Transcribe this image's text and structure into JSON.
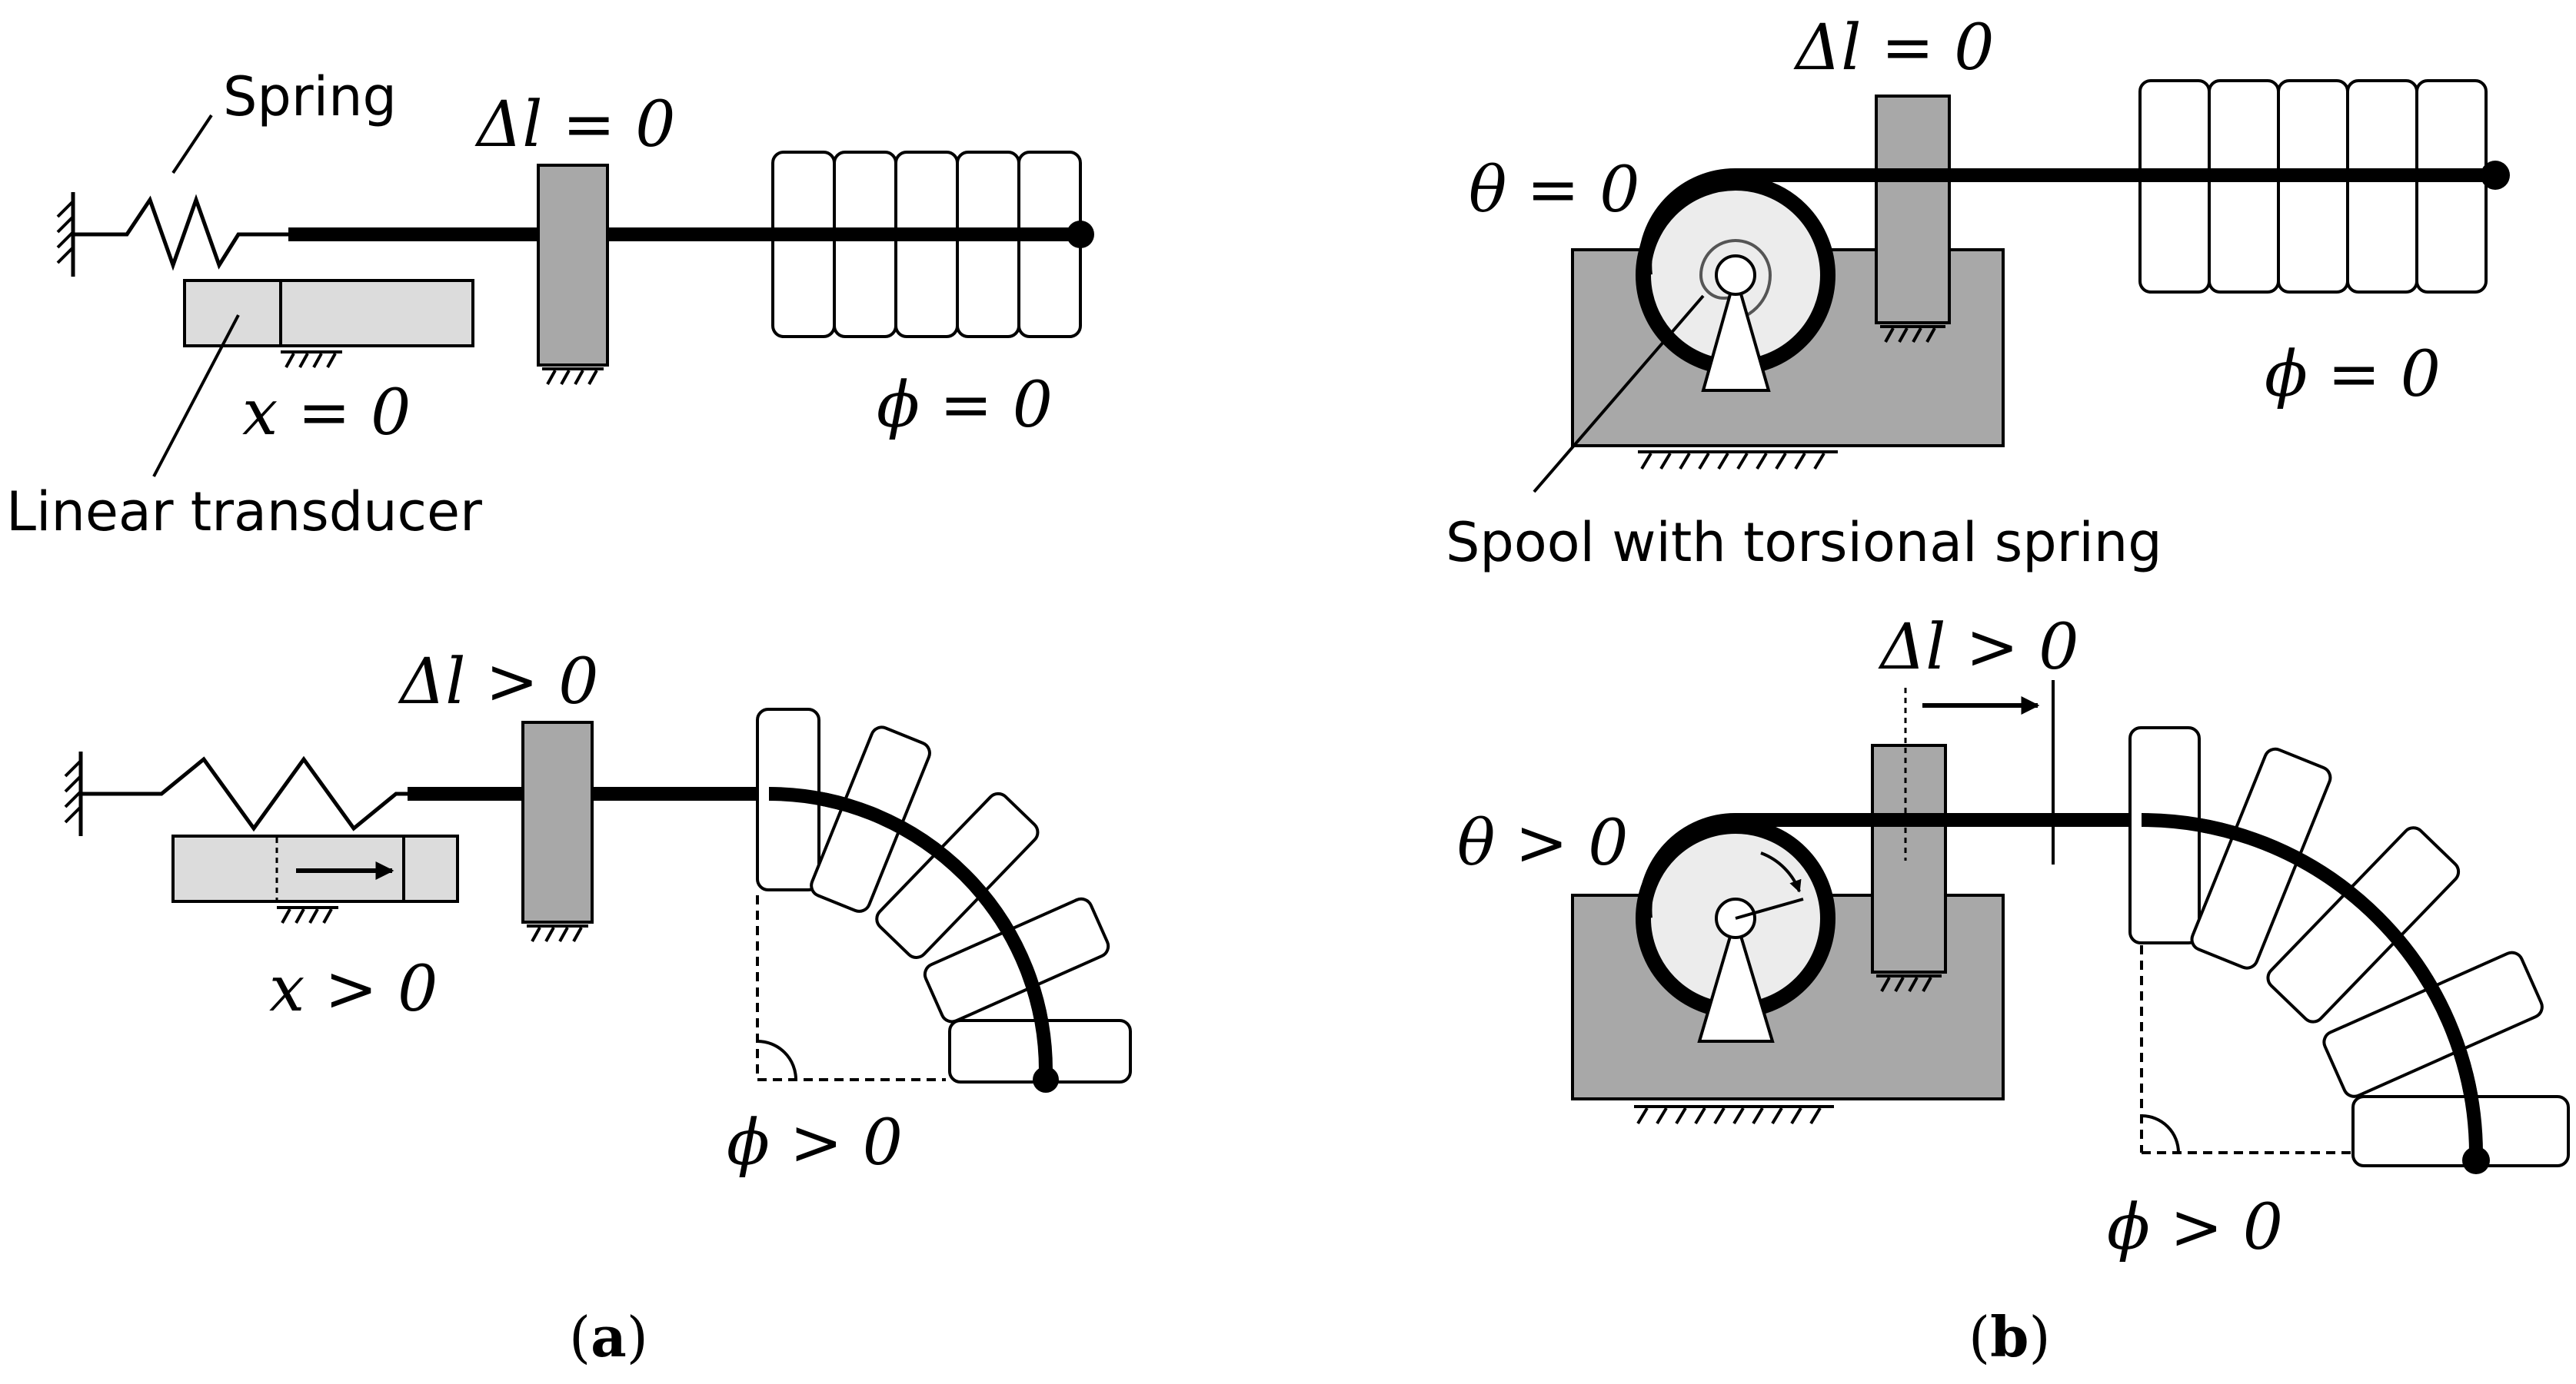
{
  "panel_a": {
    "labels": {
      "spring": "Spring",
      "linear_transducer": "Linear transducer",
      "dl_top": "Δl = 0",
      "x_top": "x = 0",
      "phi_top": "ϕ = 0",
      "dl_bottom": "Δl > 0",
      "x_bottom": "x > 0",
      "phi_bottom": "ϕ > 0"
    },
    "caption": {
      "open": "(",
      "letter": "a",
      "close": ")"
    }
  },
  "panel_b": {
    "labels": {
      "dl_top": "Δl = 0",
      "theta_top": "θ = 0",
      "phi_top": "ϕ = 0",
      "spool": "Spool with torsional spring",
      "dl_bottom": "Δl > 0",
      "theta_bottom": "θ > 0",
      "phi_bottom": "ϕ > 0"
    },
    "caption": {
      "open": "(",
      "letter": "b",
      "close": ")"
    }
  },
  "colors": {
    "dark_gray": "#a8a8a8",
    "light_gray": "#dcdcdc",
    "spool_fill": "#ececec",
    "line": "#000000"
  }
}
